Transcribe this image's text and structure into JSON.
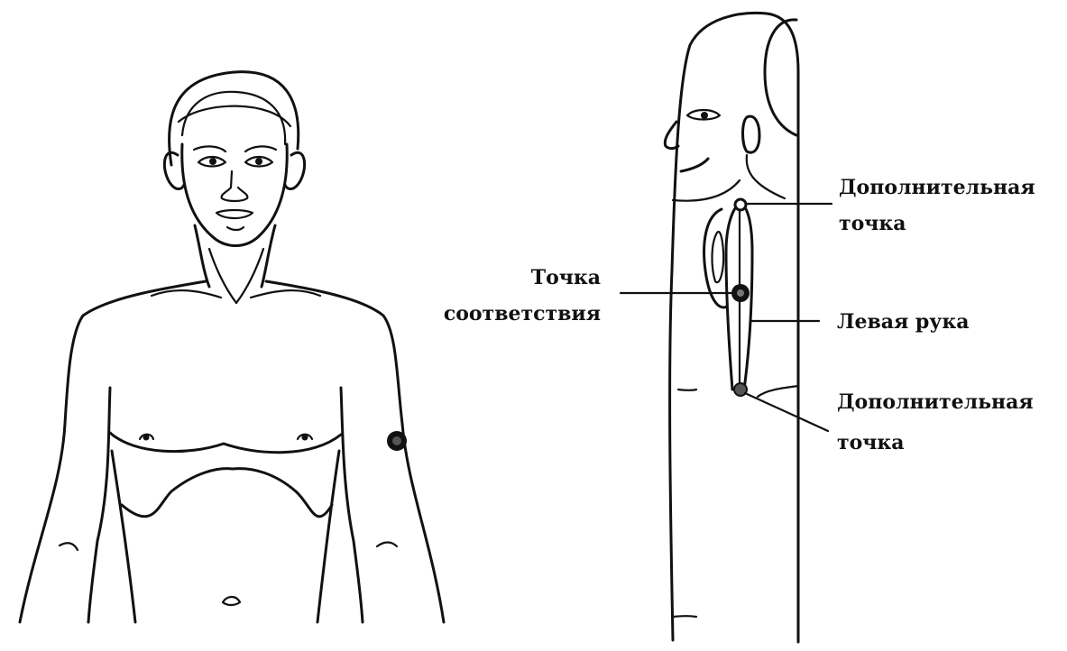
{
  "labels": {
    "additional_point_top_line1": "Дополнительная",
    "additional_point_top_line2": "точка",
    "correspondence_point_line1": "Точка",
    "correspondence_point_line2": "соответствия",
    "left_arm": "Левая рука",
    "additional_point_bottom_line1": "Дополнительная",
    "additional_point_bottom_line2": "точка"
  }
}
